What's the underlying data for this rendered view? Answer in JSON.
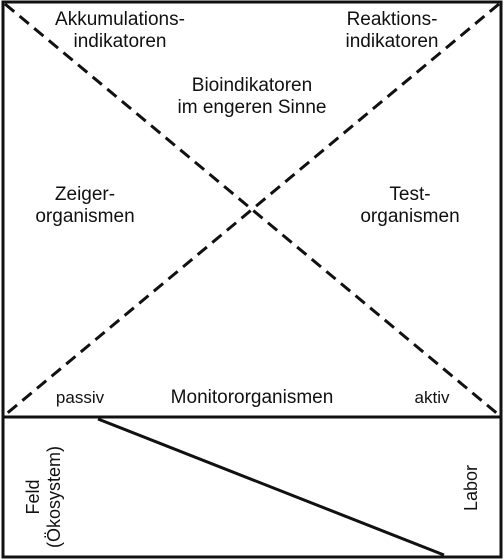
{
  "upper": {
    "corner_top_left": [
      "Akkumulations-",
      "indikatoren"
    ],
    "corner_top_right": [
      "Reaktions-",
      "indikatoren"
    ],
    "center_top": [
      "Bioindikatoren",
      "im engeren Sinne"
    ],
    "left_middle": [
      "Zeiger-",
      "organismen"
    ],
    "right_middle": [
      "Test-",
      "organismen"
    ],
    "bottom_left": "passiv",
    "bottom_center": "Monitororganismen",
    "bottom_right": "aktiv"
  },
  "lower": {
    "left_label_line1": "Feld",
    "left_label_line2": "(Ökosystem)",
    "right_label": "Labor"
  },
  "style": {
    "line_color": "#111111",
    "background": "#ffffff"
  }
}
